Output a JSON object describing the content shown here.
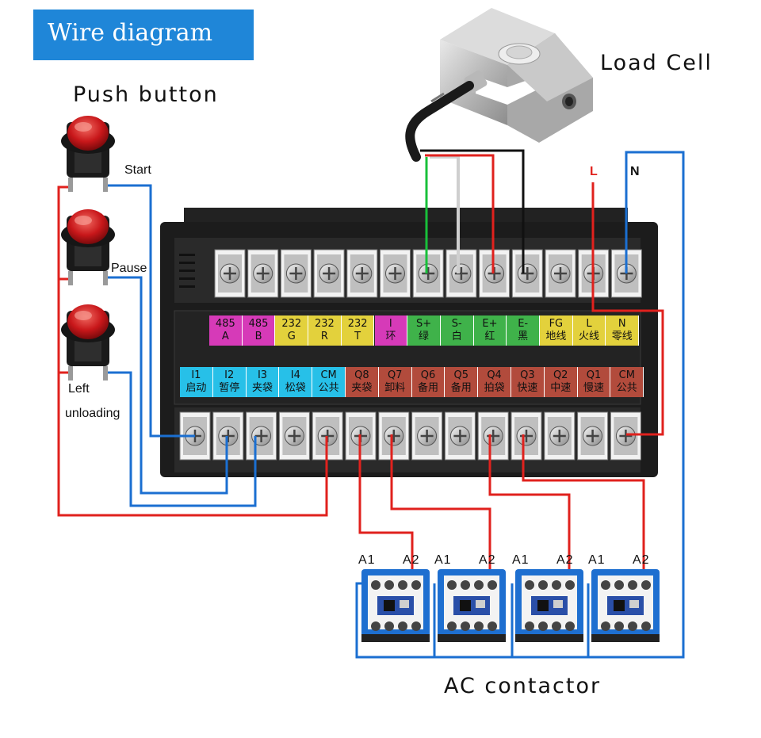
{
  "title": "Wire diagram",
  "labels": {
    "push_button": "Push button",
    "load_cell": "Load Cell",
    "ac_contactor": "AC contactor",
    "start": "Start",
    "pause": "Pause",
    "left_unloading_1": "Left",
    "left_unloading_2": "unloading",
    "live": "L",
    "neutral": "N"
  },
  "top_terminals": [
    {
      "l1": "485",
      "l2": "A",
      "color": "#d63ab8"
    },
    {
      "l1": "485",
      "l2": "B",
      "color": "#d63ab8"
    },
    {
      "l1": "232",
      "l2": "G",
      "color": "#e3d13c"
    },
    {
      "l1": "232",
      "l2": "R",
      "color": "#e3d13c"
    },
    {
      "l1": "232",
      "l2": "T",
      "color": "#e3d13c"
    },
    {
      "l1": "I",
      "l2": "环",
      "color": "#d63ab8"
    },
    {
      "l1": "S+",
      "l2": "绿",
      "color": "#3fb24a"
    },
    {
      "l1": "S-",
      "l2": "白",
      "color": "#3fb24a"
    },
    {
      "l1": "E+",
      "l2": "红",
      "color": "#3fb24a"
    },
    {
      "l1": "E-",
      "l2": "黑",
      "color": "#3fb24a"
    },
    {
      "l1": "FG",
      "l2": "地线",
      "color": "#e3d13c"
    },
    {
      "l1": "L",
      "l2": "火线",
      "color": "#e3d13c"
    },
    {
      "l1": "N",
      "l2": "零线",
      "color": "#e3d13c"
    }
  ],
  "bottom_terminals": [
    {
      "l1": "I1",
      "l2": "启动",
      "color": "#27c0e8"
    },
    {
      "l1": "I2",
      "l2": "暂停",
      "color": "#27c0e8"
    },
    {
      "l1": "I3",
      "l2": "夹袋",
      "color": "#27c0e8"
    },
    {
      "l1": "I4",
      "l2": "松袋",
      "color": "#27c0e8"
    },
    {
      "l1": "CM",
      "l2": "公共",
      "color": "#27c0e8"
    },
    {
      "l1": "Q8",
      "l2": "夹袋",
      "color": "#b24b3c"
    },
    {
      "l1": "Q7",
      "l2": "卸料",
      "color": "#b24b3c"
    },
    {
      "l1": "Q6",
      "l2": "备用",
      "color": "#b24b3c"
    },
    {
      "l1": "Q5",
      "l2": "备用",
      "color": "#b24b3c"
    },
    {
      "l1": "Q4",
      "l2": "拍袋",
      "color": "#b24b3c"
    },
    {
      "l1": "Q3",
      "l2": "快速",
      "color": "#b24b3c"
    },
    {
      "l1": "Q2",
      "l2": "中速",
      "color": "#b24b3c"
    },
    {
      "l1": "Q1",
      "l2": "慢速",
      "color": "#b24b3c"
    },
    {
      "l1": "CM",
      "l2": "公共",
      "color": "#b24b3c"
    }
  ],
  "contactors": [
    {
      "a1": "A1",
      "a2": "A2"
    },
    {
      "a1": "A1",
      "a2": "A2"
    },
    {
      "a1": "A1",
      "a2": "A2"
    },
    {
      "a1": "A1",
      "a2": "A2"
    }
  ],
  "colors": {
    "wire_red": "#e0211d",
    "wire_blue": "#1b6fd1",
    "wire_green": "#18c03a",
    "wire_black": "#111111",
    "wire_white": "#cfcfcf",
    "title_bg": "#1f86d8"
  }
}
